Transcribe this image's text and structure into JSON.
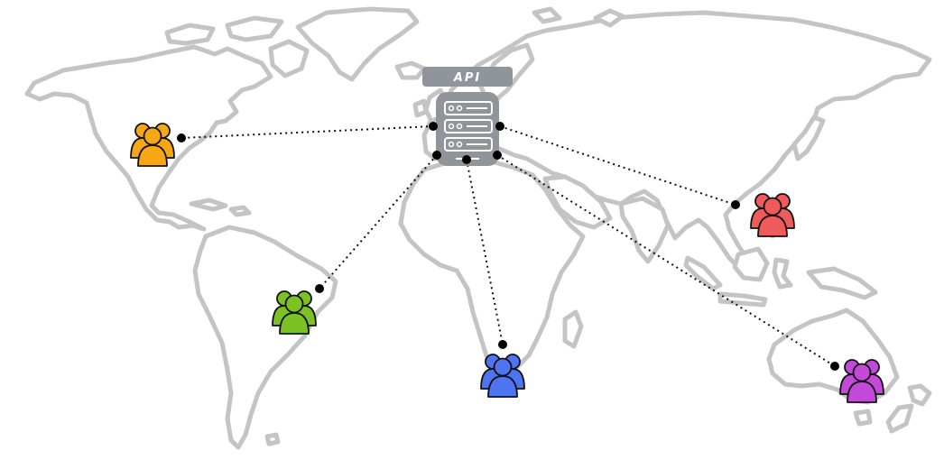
{
  "server": {
    "label": "API",
    "icon": "server-rack-icon",
    "color": "#8f959b"
  },
  "map": {
    "icon": "world-map-outline",
    "stroke_color": "#c4c4c4"
  },
  "user_groups": [
    {
      "id": "north-america",
      "icon": "user-group-icon",
      "color": "#f5a714"
    },
    {
      "id": "south-america",
      "icon": "user-group-icon",
      "color": "#7cc223"
    },
    {
      "id": "africa",
      "icon": "user-group-icon",
      "color": "#4f74f2"
    },
    {
      "id": "asia",
      "icon": "user-group-icon",
      "color": "#ef5b5b"
    },
    {
      "id": "australia",
      "icon": "user-group-icon",
      "color": "#c34ad8"
    }
  ],
  "connections": [
    {
      "from": "server",
      "to": "north-america",
      "style": "dotted"
    },
    {
      "from": "server",
      "to": "south-america",
      "style": "dotted"
    },
    {
      "from": "server",
      "to": "africa",
      "style": "dotted"
    },
    {
      "from": "server",
      "to": "asia",
      "style": "dotted"
    },
    {
      "from": "server",
      "to": "australia",
      "style": "dotted"
    }
  ]
}
